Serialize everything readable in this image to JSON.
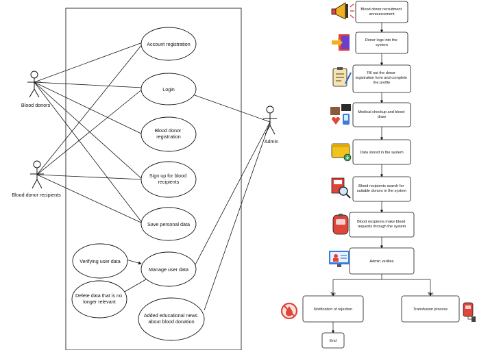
{
  "usecase_diagram": {
    "actors": {
      "blood_donors": "Blood donors",
      "blood_donor_recipients": "Blood donor recipients",
      "admin": "Admin"
    },
    "use_cases": {
      "account_registration": [
        "Account registration"
      ],
      "login": [
        "Login"
      ],
      "blood_donor_registration": [
        "Blood donor",
        "registration"
      ],
      "sign_up_recipients": [
        "Sign up for blood",
        "recipients"
      ],
      "save_personal_data": [
        "Save personal data"
      ],
      "verifying_user_data": [
        "Verifying user data"
      ],
      "manage_user_data": [
        "Manage user data"
      ],
      "delete_data": [
        "Delete data that is no",
        "longer relevant"
      ],
      "educational_news": [
        "Added educational news",
        "about blood donation"
      ]
    }
  },
  "flowchart": {
    "steps": [
      [
        "Blood donor recruitment",
        "announcement"
      ],
      [
        "Donor logs into the",
        "system"
      ],
      [
        "Fill out the donor",
        "registration form and complete",
        "the profile"
      ],
      [
        "Medical checkup and blood",
        "draw"
      ],
      [
        "Data stored in the system"
      ],
      [
        "Blood recipients search for",
        "suitable donors in the system"
      ],
      [
        "Blood recipients make blood",
        "requests through the system"
      ],
      [
        "Admin verifies"
      ]
    ],
    "branch_no_label": "No",
    "branch_yes_label": "Yes",
    "no_outcome": "Notification of rejection",
    "yes_outcome": "Transfusion process",
    "end_label": "End",
    "icons": [
      "megaphone-icon",
      "login-icon",
      "form-icon",
      "medical-checkup-icon",
      "database-icon",
      "search-icon",
      "blood-bag-icon",
      "admin-monitor-icon",
      "no-blood-icon",
      "transfusion-icon"
    ]
  }
}
